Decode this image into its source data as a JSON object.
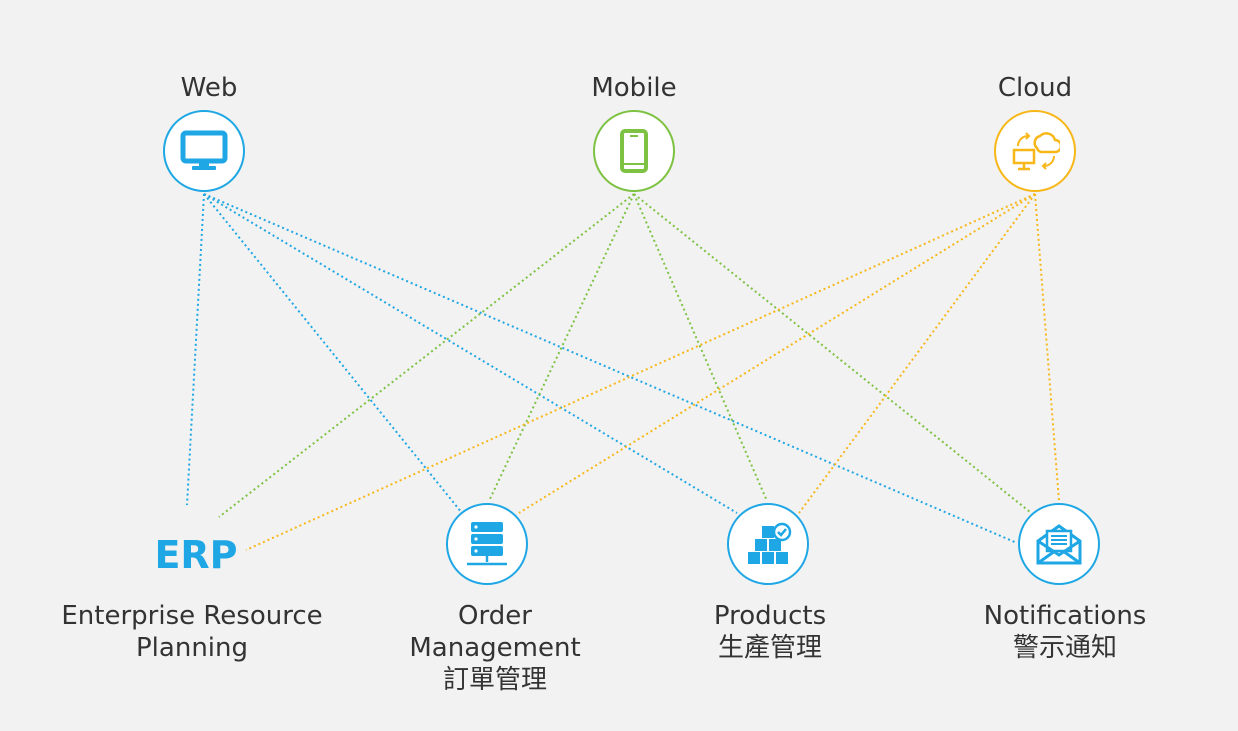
{
  "colors": {
    "web": "#1ea7e4",
    "mobile": "#7dc242",
    "cloud": "#f7b718",
    "text": "#333333",
    "background": "#f2f2f2"
  },
  "channels": [
    {
      "id": "web",
      "label": "Web",
      "icon": "monitor-icon"
    },
    {
      "id": "mobile",
      "label": "Mobile",
      "icon": "smartphone-icon"
    },
    {
      "id": "cloud",
      "label": "Cloud",
      "icon": "cloud-sync-icon"
    }
  ],
  "modules": [
    {
      "id": "erp",
      "logo_text": "ERP",
      "label_lines": [
        "Enterprise Resource",
        "Planning"
      ],
      "icon": "erp-logo"
    },
    {
      "id": "order",
      "label_lines": [
        "Order",
        "Management",
        "訂單管理"
      ],
      "icon": "server-icon"
    },
    {
      "id": "products",
      "label_lines": [
        "Products",
        "生產管理"
      ],
      "icon": "boxes-icon"
    },
    {
      "id": "notifications",
      "label_lines": [
        "Notifications",
        "警示通知"
      ],
      "icon": "envelope-icon"
    }
  ],
  "connections": [
    {
      "from": "web",
      "to": "erp"
    },
    {
      "from": "web",
      "to": "order"
    },
    {
      "from": "web",
      "to": "products"
    },
    {
      "from": "web",
      "to": "notifications"
    },
    {
      "from": "mobile",
      "to": "erp"
    },
    {
      "from": "mobile",
      "to": "order"
    },
    {
      "from": "mobile",
      "to": "products"
    },
    {
      "from": "mobile",
      "to": "notifications"
    },
    {
      "from": "cloud",
      "to": "erp"
    },
    {
      "from": "cloud",
      "to": "order"
    },
    {
      "from": "cloud",
      "to": "products"
    },
    {
      "from": "cloud",
      "to": "notifications"
    }
  ]
}
